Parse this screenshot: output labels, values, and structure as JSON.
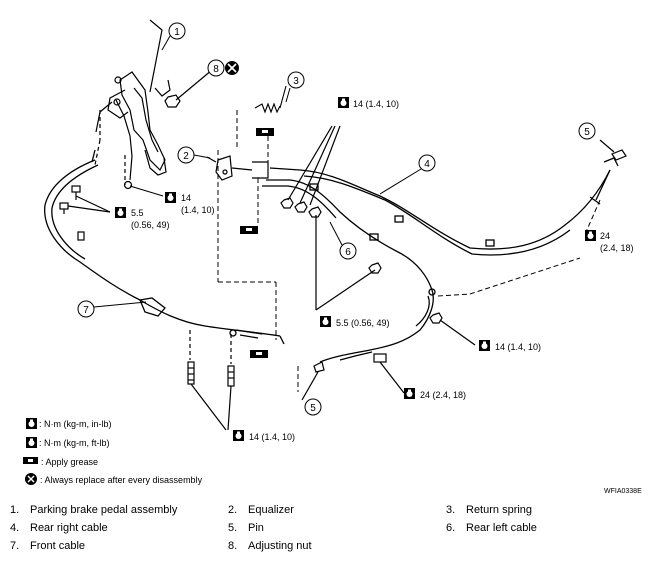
{
  "callouts": {
    "c1": "1",
    "c2": "2",
    "c3": "3",
    "c4": "4",
    "c5a": "5",
    "c5b": "5",
    "c6": "6",
    "c7": "7",
    "c8": "8"
  },
  "torques": {
    "t14_top": "14 (1.4, 10)",
    "t14_pedal_a": "14",
    "t14_pedal_b": "(1.4, 10)",
    "t55_left_a": "5.5",
    "t55_left_b": "(0.56, 49)",
    "t24_right_a": "24",
    "t24_right_b": "(2.4, 18)",
    "t55_mid": "5.5 (0.56, 49)",
    "t14_mid_right": "14 (1.4, 10)",
    "t24_bottom": "24 (2.4, 18)",
    "t14_bottom": "14 (1.4, 10)"
  },
  "legend": {
    "nm_kgm_inlb": ": N·m (kg-m, in-lb)",
    "nm_kgm_ftlb": ": N·m (kg-m, ft-lb)",
    "grease": ": Apply grease",
    "replace": ": Always replace after every disassembly"
  },
  "figure_id": "WFIA0338E",
  "parts": [
    {
      "num": "1.",
      "name": "Parking brake pedal  assembly"
    },
    {
      "num": "2.",
      "name": "Equalizer"
    },
    {
      "num": "3.",
      "name": "Return spring"
    },
    {
      "num": "4.",
      "name": "Rear right cable"
    },
    {
      "num": "5.",
      "name": "Pin"
    },
    {
      "num": "6.",
      "name": "Rear left cable"
    },
    {
      "num": "7.",
      "name": "Front cable"
    },
    {
      "num": "8.",
      "name": "Adjusting nut"
    }
  ]
}
